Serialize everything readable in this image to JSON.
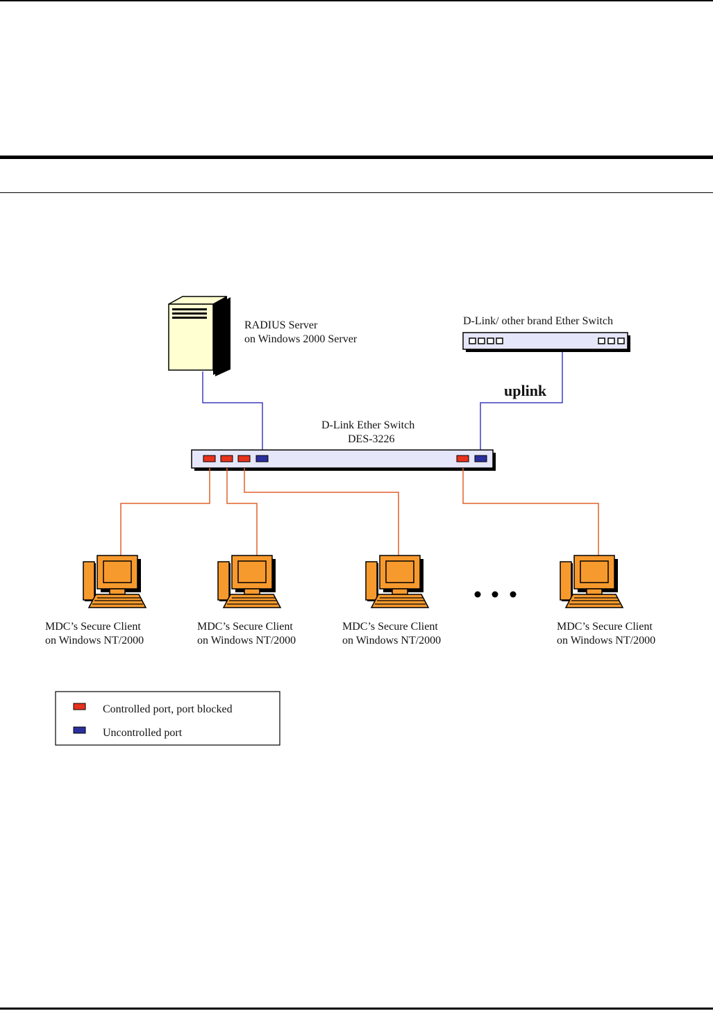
{
  "diagram": {
    "radius_server": {
      "label_line1": "RADIUS Server",
      "label_line2": "on Windows 2000 Server"
    },
    "other_switch": {
      "label": "D-Link/ other brand Ether Switch"
    },
    "uplink_label": "uplink",
    "main_switch": {
      "label_line1": "D-Link Ether Switch",
      "label_line2": "DES-3226"
    },
    "clients": [
      {
        "line1": "MDC’s Secure Client",
        "line2": "on Windows NT/2000"
      },
      {
        "line1": "MDC’s Secure Client",
        "line2": "on Windows NT/2000"
      },
      {
        "line1": "MDC’s Secure Client",
        "line2": "on Windows NT/2000"
      },
      {
        "line1": "MDC’s Secure Client",
        "line2": "on Windows NT/2000"
      }
    ],
    "legend": {
      "controlled": "Controlled port, port blocked",
      "uncontrolled": "Uncontrolled port"
    },
    "colors": {
      "controlled_port": "#e8321e",
      "uncontrolled_port": "#2b2f9e",
      "server_link": "#3d3dbf",
      "client_link": "#e0602a",
      "switch_body": "#e6e6fa",
      "server_body": "#ffffd2",
      "computer": "#f79a2e"
    }
  }
}
